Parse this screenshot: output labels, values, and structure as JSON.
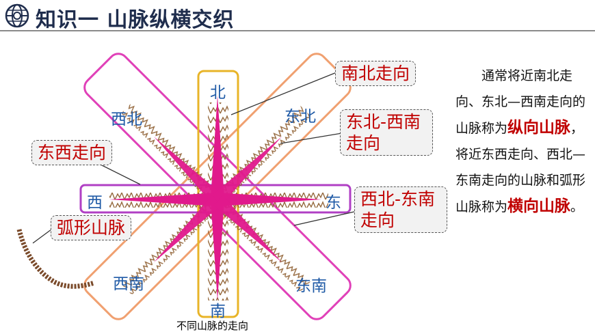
{
  "header": {
    "title": "知识一 山脉纵横交织"
  },
  "icons": {
    "header_icon": "globe-icon"
  },
  "colors": {
    "header_text": "#1f2d4d",
    "callout_text": "#c00000",
    "direction_text": "#1f5aa6",
    "ns_box": "#e8b428",
    "ew_box": "#b03fc4",
    "nwse_box": "#e040b8",
    "nesw_box": "#f0a070",
    "compass": "#e0198c"
  },
  "diagram": {
    "directions": {
      "north": "北",
      "south": "南",
      "west": "西",
      "east": "东",
      "northwest": "西北",
      "northeast": "东北",
      "southwest": "西南",
      "southeast": "东南"
    },
    "callouts": {
      "ns": "南北走向",
      "nesw": "东北-西南走向",
      "ew": "东西走向",
      "nwse": "西北-东南走向",
      "arc": "弧形山脉"
    },
    "caption": "不同山脉的走向"
  },
  "text": {
    "seg1": "通常将近南北走向、东北—西南走向的山脉称为",
    "hl1": "纵向山脉",
    "seg2": "，将近东西走向、西北—东南走向的山脉和弧形山脉称为",
    "hl2": "横向山脉",
    "seg3": "。"
  }
}
